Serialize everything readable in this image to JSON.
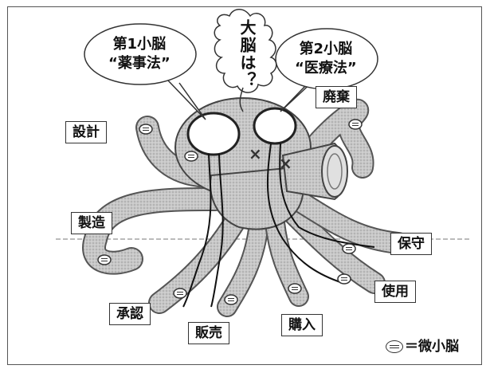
{
  "bubbles": {
    "cerebellum1_line1": "第1小脳",
    "cerebellum1_line2": "“薬事法”",
    "cerebellum2_line1": "第2小脳",
    "cerebellum2_line2": "“医療法”",
    "cerebrum_text": "大脳は？"
  },
  "labels": {
    "design": "設計",
    "disposal": "廃棄",
    "manufacturing": "製造",
    "maintenance": "保守",
    "use": "使用",
    "approval": "承認",
    "sales": "販売",
    "purchase": "購入"
  },
  "legend": {
    "text": "＝微小脳",
    "icon": "micro-brain-icon"
  },
  "colors": {
    "ink": "#333333",
    "body_shade": "#b9b9b9",
    "body_light": "#d9d9d9"
  }
}
